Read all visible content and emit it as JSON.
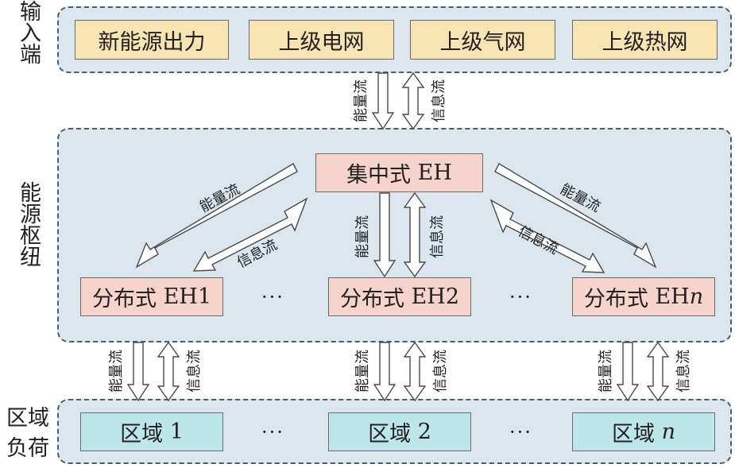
{
  "side_labels": {
    "input": "输入端",
    "hub": "能源枢纽",
    "load": "区域负荷"
  },
  "inputs": [
    "新能源出力",
    "上级电网",
    "上级气网",
    "上级热网"
  ],
  "central_hub": {
    "name": "集中式",
    "suffix": "EH"
  },
  "distributed_hubs": [
    {
      "name": "分布式",
      "suffix": "EH1"
    },
    {
      "name": "分布式",
      "suffix": "EH2"
    },
    {
      "name": "分布式",
      "suffix": "EH",
      "italic": "n"
    }
  ],
  "zones": [
    {
      "name": "区域",
      "suffix": "1"
    },
    {
      "name": "区域",
      "suffix": "2"
    },
    {
      "name": "区域",
      "italic": "n"
    }
  ],
  "ellipsis": "···",
  "flows": {
    "energy": "能量流",
    "info": "信息流"
  },
  "colors": {
    "region_bg": "#dbe6ee",
    "input_box": "#f8e3b3",
    "hub_box": "#f7d4cb",
    "zone_box": "#bde6ea"
  }
}
